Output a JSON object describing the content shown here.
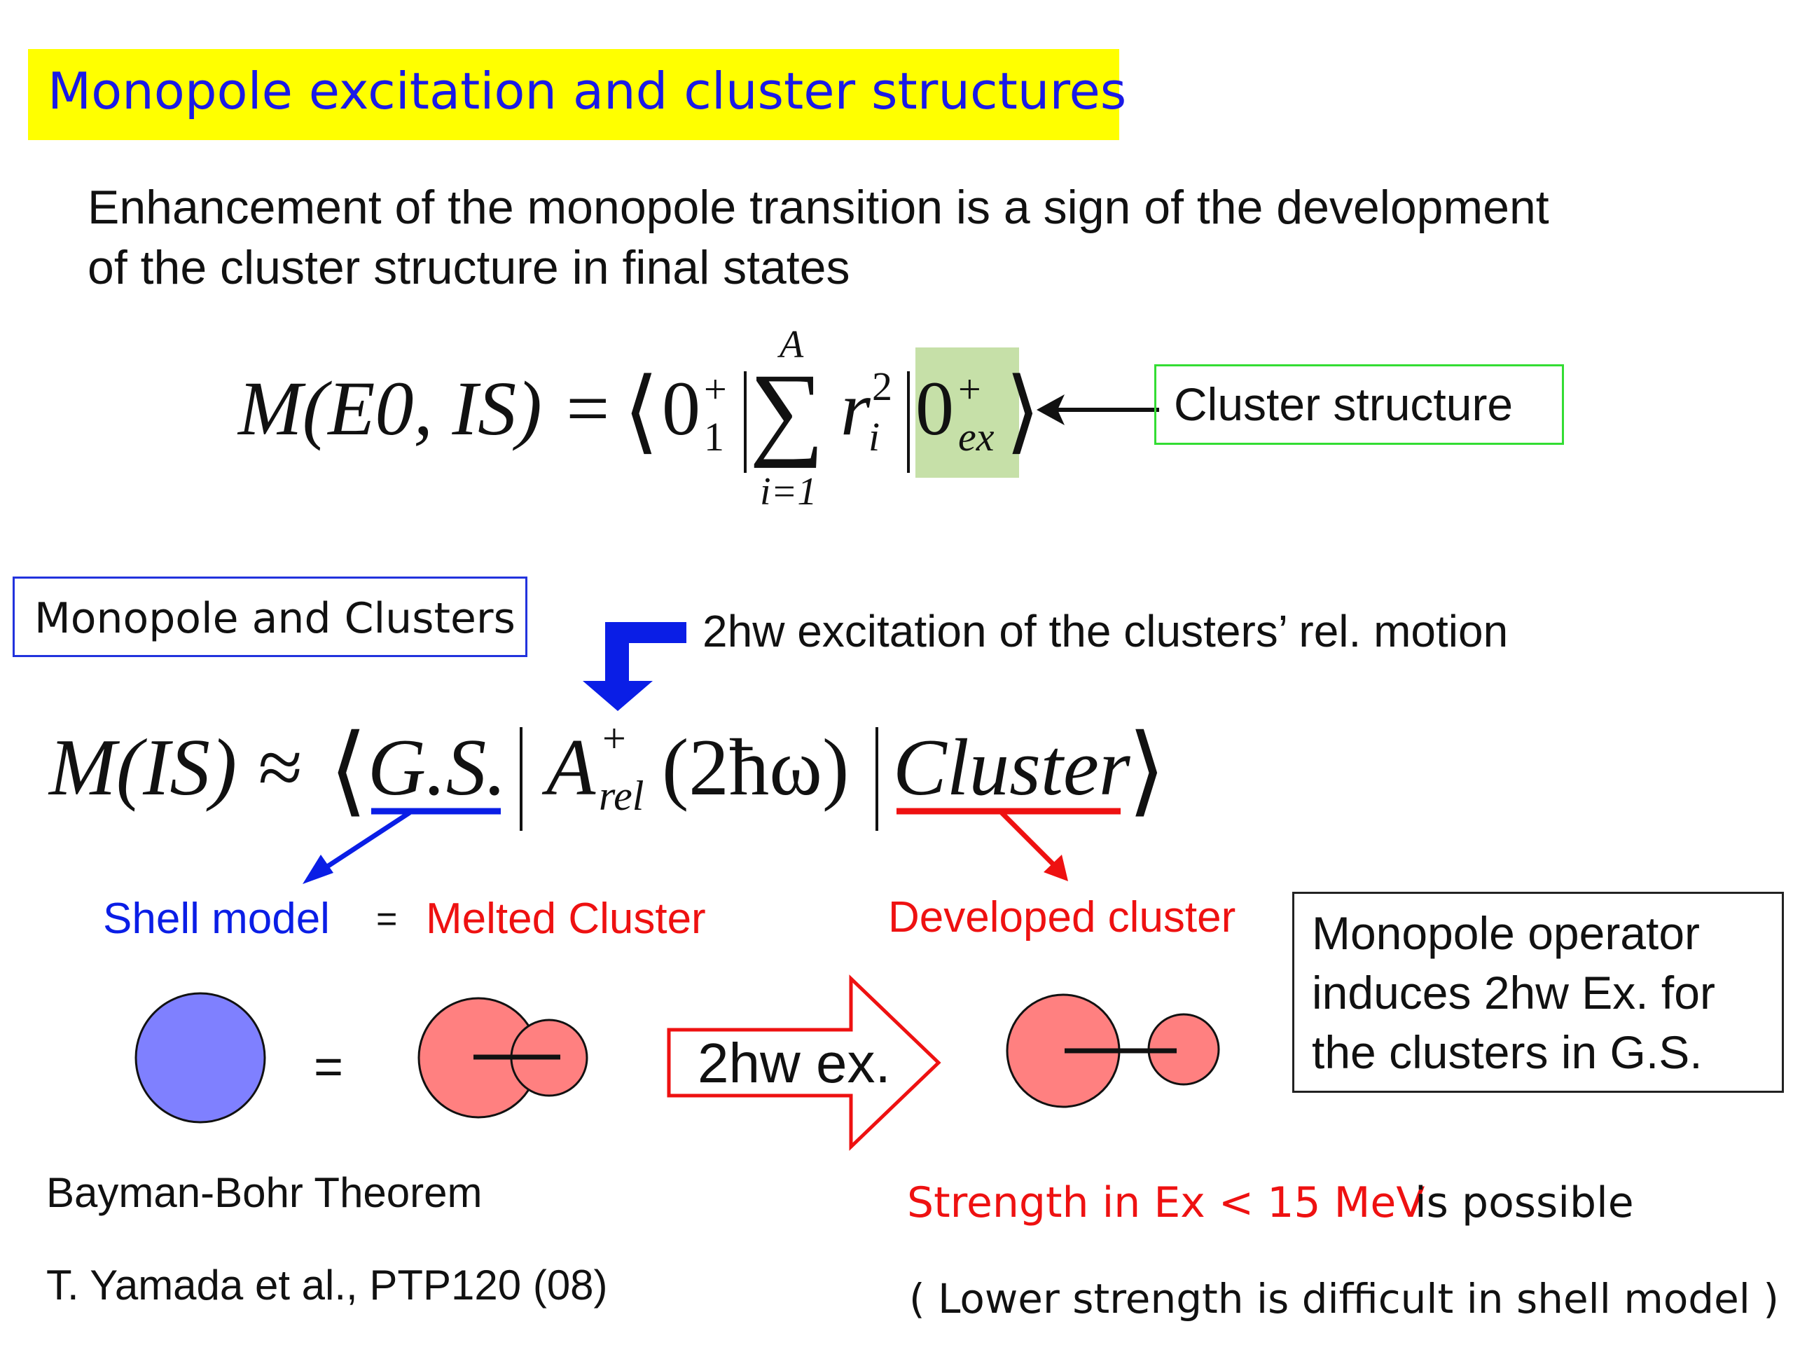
{
  "title": "Monopole excitation and cluster structures",
  "intro": {
    "line1": "Enhancement of the monopole transition is a sign of the development",
    "line2": "of the cluster structure in final states"
  },
  "eq1": {
    "lhs": "M(E0, IS) = ",
    "sum_top": "A",
    "sum_bottom": "i=1",
    "cluster_label": "Cluster structure"
  },
  "section": {
    "box_label": "Monopole and Clusters",
    "arrow_note": "2hw excitation of the clusters’ rel. motion"
  },
  "eq2": {
    "lhs": "M(IS) ≈ ",
    "gs": "G.S.",
    "op": "A",
    "op_sup": "+",
    "op_sub": "rel",
    "op_arg": "(2ħω)",
    "cluster": "Cluster"
  },
  "labels": {
    "shell_model": "Shell model",
    "equals": "=",
    "melted_cluster": "Melted Cluster",
    "developed_cluster": "Developed cluster",
    "monopole_note": [
      "Monopole operator",
      "induces 2hw Ex. for",
      "the clusters in G.S."
    ],
    "diagram_equals": "=",
    "arrow_text": "2hw ex.",
    "theorem": "Bayman-Bohr Theorem",
    "reference": "T. Yamada et al., PTP120 (08)",
    "strength_red": "Strength in Ex < 15 MeV",
    "strength_black": "is possible",
    "lower_note": "( Lower strength is difficult in shell model )"
  },
  "colors": {
    "title_bg": "#ffff00",
    "title_text": "#1a1ae6",
    "blue": "#0a1ee6",
    "red": "#ee1111",
    "shell_circle": "#7f80ff",
    "cluster_circle": "#ff8080",
    "highlight_green": "#c6e0a8",
    "green_border": "#33dd33"
  }
}
